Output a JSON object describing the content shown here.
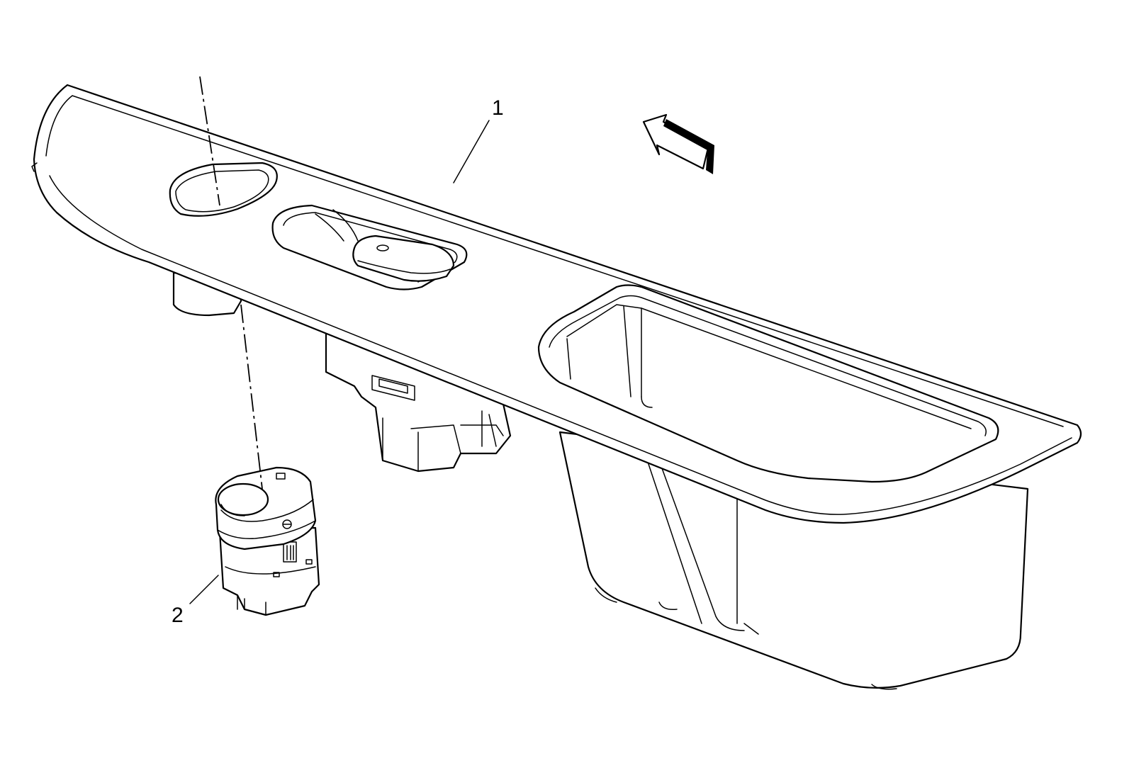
{
  "callouts": [
    {
      "id": "1",
      "label": "1",
      "part": "window-switch-bezel"
    },
    {
      "id": "2",
      "label": "2",
      "part": "window-switch"
    }
  ],
  "icons": {
    "direction_arrow": "front-arrow-icon"
  },
  "colors": {
    "line": "#000000",
    "background": "#ffffff"
  }
}
